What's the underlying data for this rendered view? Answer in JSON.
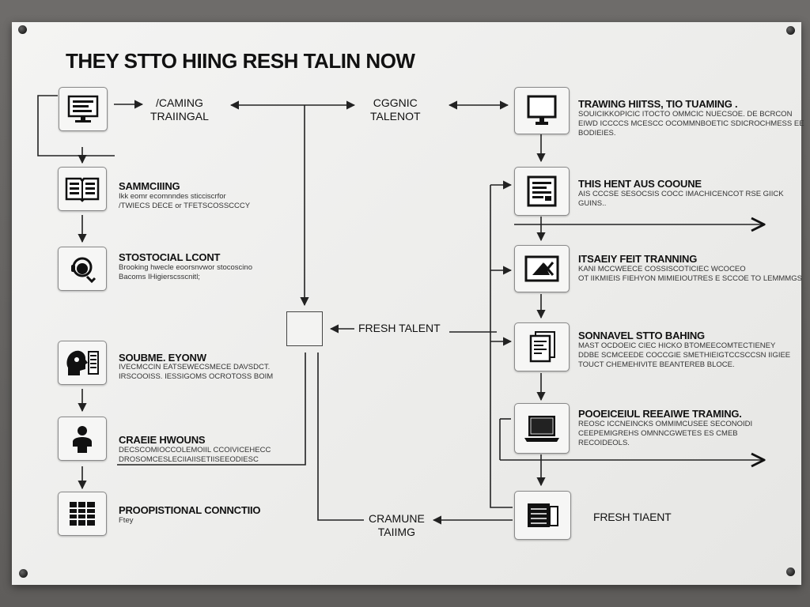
{
  "title": "THEY STTO HIING RESH TALIN NOW",
  "top": {
    "left_label": [
      "/CAMING",
      "TRAIINGAL"
    ],
    "center_label": [
      "CGGNIC",
      "TALENOT"
    ]
  },
  "left_items": [
    {
      "icon": "monitor-icon"
    },
    {
      "icon": "book-icon",
      "heading": "SAMMCIIING",
      "desc": [
        "Ikk eomr ecomnndes sticciscrfor",
        "/TWIECS DECE or TFETSCOSSCCCY"
      ]
    },
    {
      "icon": "headset-person-icon",
      "heading": "STOSTOCIAL LCONT",
      "desc": [
        "Brooking hwecle eoorsnvwor stocoscino",
        "Bacoms IHigierscsscnitl;"
      ]
    },
    {
      "icon": "head-profile-icon",
      "heading": "SOUBME. EYONW",
      "desc": [
        "IVECMCCIN EATSEWECSMECE DAVSDCT.",
        "IRSCOOISS. IESSIGOMS OCROTOSS BOIM"
      ]
    },
    {
      "icon": "person-icon",
      "heading": "CRAEIE HWOUNS",
      "desc": [
        "DECSCOMIOCCOLEMOIIL CCOIVICEHECC",
        "DROSOMCESLECIIAIISETIISEEODIESC"
      ]
    },
    {
      "icon": "grid-table-icon",
      "heading": "PROOPISTIONAL CONNCTIIO",
      "desc": [
        "Ftey"
      ]
    }
  ],
  "center": {
    "mid_label": "FRESH TALENT",
    "bottom_label": [
      "CRAMUNE",
      "TAIIMG"
    ]
  },
  "right_items": [
    {
      "icon": "monitor-icon",
      "heading": "TRAWING HIITSS, TIO TUAMING .",
      "desc": [
        "SOUICIKKOPICIC ITOCTO OMMCIC NUECSOE. DE BCRCON",
        "EIWD ICCCCS MCESCC OCOMMNBOETIC SDICROCHMESS EE",
        "BODIEIES."
      ]
    },
    {
      "icon": "document-lines-icon",
      "heading": "THIS HENT AUS COOUNE",
      "desc": [
        "AIS CCCSE SESOCSIS COCC IMACHICENCOT RSE GIICK",
        "GUINS.."
      ]
    },
    {
      "icon": "image-frame-icon",
      "heading": "ITSAEIY FEIT TRANNING",
      "desc": [
        "KANI MCCWEECE COSSISCOTICIEC WCOCEO",
        "OT IIKMIEIS FIEHYON MIMIEIOUTRES E SCCOE TO LEMMMGS"
      ]
    },
    {
      "icon": "paper-stack-icon",
      "heading": "SONNAVEL STTO BAHING",
      "desc": [
        "MAST OCDOEIC CIEC HICKO BTOMEECOMTECTIENEY",
        "DDBE SCMCEEDE COCCGIE SMETHIEIGTCCSCCSN IIGIEE",
        "TOUCT CHEMEHIVITE BEANTEREB BLOCE."
      ]
    },
    {
      "icon": "laptop-icon",
      "heading": "POOEICEIUL REEAIWE TRAMING.",
      "desc": [
        "REOSC ICCNEINCKS OMMIMCUSEE SECONOIDI",
        "CEEPEMIGREHS OMNNCGWETES ES CMEB",
        "RECOIDEOLS."
      ]
    },
    {
      "icon": "binder-icon",
      "heading": "FRESH TIAENT",
      "desc": []
    }
  ]
}
